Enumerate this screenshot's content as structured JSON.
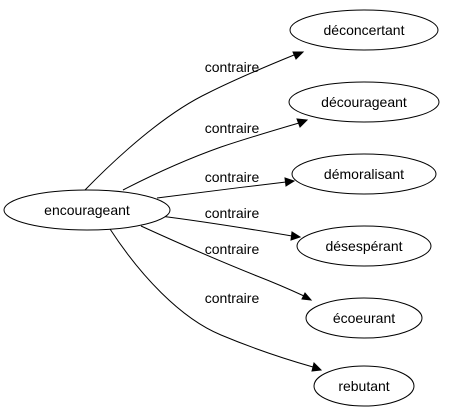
{
  "graph": {
    "source": {
      "label": "encourageant"
    },
    "edges": [
      {
        "label": "contraire",
        "target": "déconcertant"
      },
      {
        "label": "contraire",
        "target": "décourageant"
      },
      {
        "label": "contraire",
        "target": "démoralisant"
      },
      {
        "label": "contraire",
        "target": "désespérant"
      },
      {
        "label": "contraire",
        "target": "écoeurant"
      },
      {
        "label": "contraire",
        "target": "rebutant"
      }
    ]
  }
}
